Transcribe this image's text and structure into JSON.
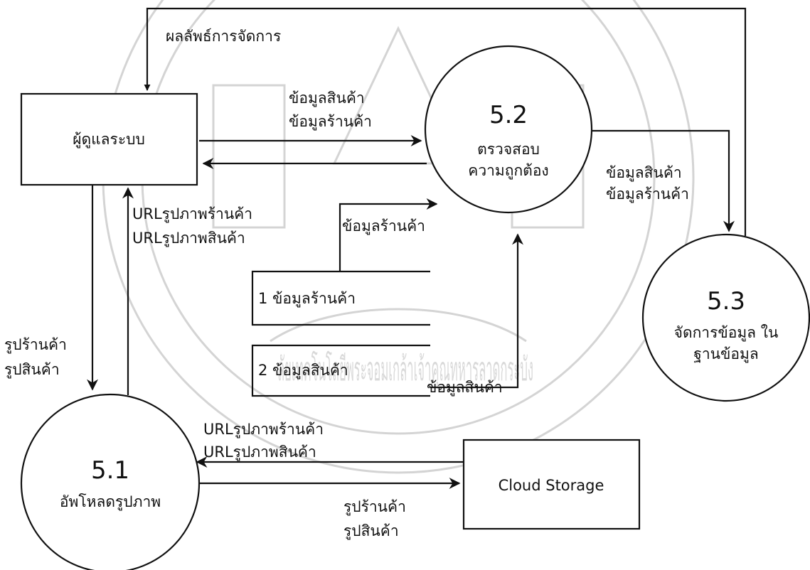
{
  "entities": {
    "admin": "ผู้ดูแลระบบ",
    "cloud": "Cloud Storage"
  },
  "processes": {
    "p51": {
      "number": "5.1",
      "name": "อัพโหลดรูปภาพ"
    },
    "p52": {
      "number": "5.2",
      "name_line1": "ตรวจสอบ",
      "name_line2": "ความถูกต้อง"
    },
    "p53": {
      "number": "5.3",
      "name_line1": "จัดการข้อมูล ใน",
      "name_line2": "ฐานข้อมูล"
    }
  },
  "datastores": {
    "d1": "1 ข้อมูลร้านค้า",
    "d2": "2 ข้อมูลสินค้า"
  },
  "flows": {
    "result": "ผลลัพธ์การจัดการ",
    "admin_to_52": [
      "ข้อมูลสินค้า",
      "ข้อมูลร้านค้า"
    ],
    "p52_to_53": [
      "ข้อมูลสินค้า",
      "ข้อมูลร้านค้า"
    ],
    "p51_to_admin": [
      "URLรูปภาพร้านค้า",
      "URLรูปภาพสินค้า"
    ],
    "admin_to_51": [
      "รูปร้านค้า",
      "รูปสินค้า"
    ],
    "d1_to_52": "ข้อมูลร้านค้า",
    "d2_to_52": "ข้อมูลสินค้า",
    "cloud_to_51": [
      "URLรูปภาพร้านค้า",
      "URLรูปภาพสินค้า"
    ],
    "p51_to_cloud": [
      "รูปร้านค้า",
      "รูปสินค้า"
    ]
  },
  "watermark": "ลัยเทคโนโลยีพระจอมเกล้าเจ้าคุณทหารลาดกระบัง"
}
